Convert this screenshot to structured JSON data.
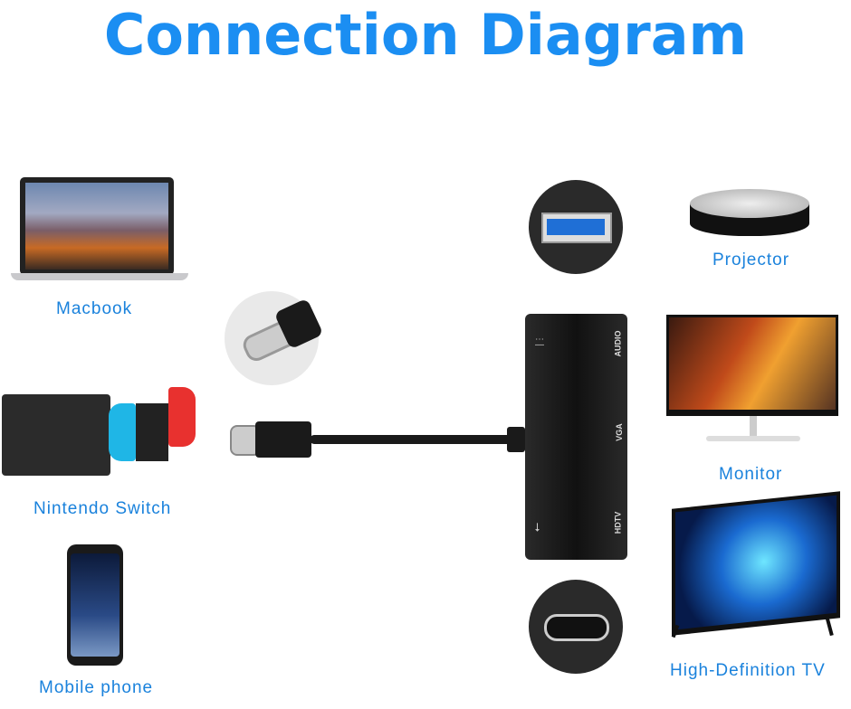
{
  "title": "Connection Diagram",
  "devices": {
    "macbook": "Macbook",
    "switch": "Nintendo Switch",
    "phone": "Mobile phone",
    "projector": "Projector",
    "monitor": "Monitor",
    "tv": "High-Definition TV"
  },
  "adapter": {
    "ports": [
      "AUDIO",
      "VGA",
      "HDTV"
    ]
  },
  "colors": {
    "title": "#1b8ef2",
    "label": "#1a82dc",
    "adapter": "#1c1c1c"
  }
}
